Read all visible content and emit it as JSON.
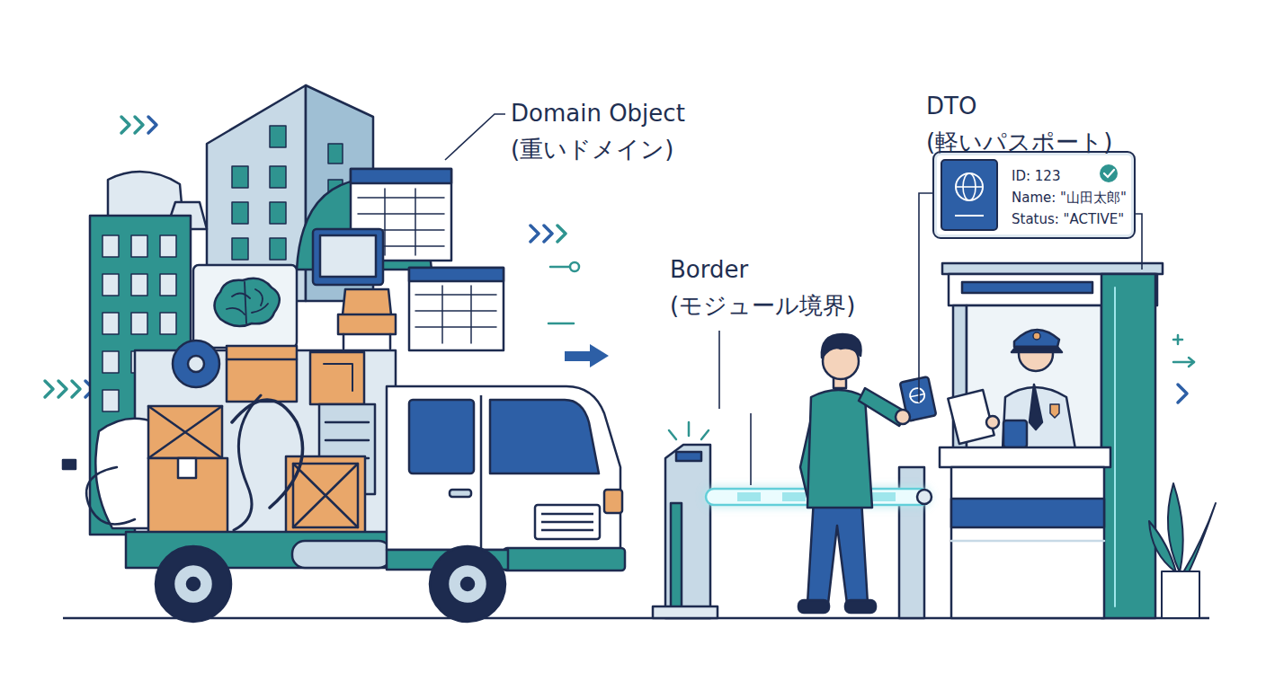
{
  "diagram": {
    "nodes": [
      {
        "text": [
          "ID: 123",
          "Name: \"山田太郎\"",
          "Status: \"ACTIVE\""
        ]
      }
    ],
    "edges": [],
    "labels": [
      "Domain Object (重いドメイン)",
      "Border (モジュール境界)",
      "DTO (軽いパスポート)"
    ]
  }
}
